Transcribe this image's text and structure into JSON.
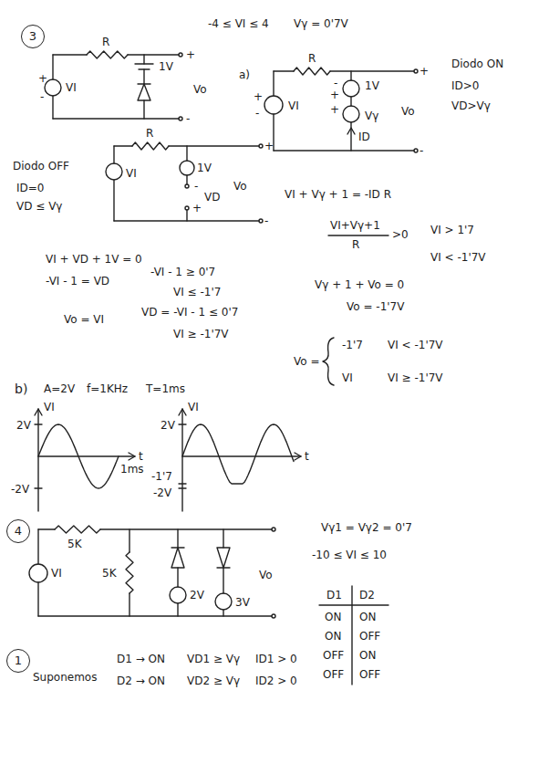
{
  "diagram": {
    "nodes": [
      {
        "text": [
          "3"
        ]
      },
      {
        "text": [
          "4"
        ]
      },
      {
        "text": [
          "1"
        ]
      }
    ],
    "labels": [
      "-4 ≤ VI ≤ 4",
      "Vγ = 0'7V",
      "R",
      "+",
      "-",
      "VI",
      "1V",
      "+",
      "-",
      "Vo",
      "a)",
      "R",
      "+",
      "-",
      "VI",
      "-",
      "+",
      "1V",
      "+",
      "Vγ",
      "ID",
      "Vo",
      "+",
      "-",
      "Diodo ON",
      "ID>0",
      "VD>Vγ",
      "Diodo OFF",
      "ID=0",
      "VD ≤ Vγ",
      "R",
      "VI",
      "1V",
      "-",
      "+",
      "VD",
      "Vo",
      "+",
      "-",
      "VI + Vγ + 1 = -ID R",
      "VI+Vγ+1",
      "R",
      ">0",
      "VI > 1'7",
      "VI < -1'7V",
      "VI + VD + 1V = 0",
      "-VI - 1 = VD",
      "-VI - 1 ≥ 0'7",
      "VI ≤ -1'7",
      "Vo = VI",
      "VD = -VI - 1 ≤ 0'7",
      "VI ≥ -1'7V",
      "Vγ + 1 + Vo = 0",
      "Vo = -1'7V",
      "Vo =",
      "-1'7",
      "VI < -1'7V",
      "VI",
      "VI ≥ -1'7V",
      "b)",
      "A=2V",
      "f=1KHz",
      "T=1ms",
      "VI",
      "2V",
      "-2V",
      "t",
      "1ms",
      "VI",
      "2V",
      "-1'7",
      "-2V",
      "t",
      "5K",
      "VI",
      "5K",
      "2V",
      "3V",
      "Vo",
      "Vγ1 = Vγ2 = 0'7",
      "-10 ≤ VI ≤ 10",
      "D1",
      "D2",
      "ON",
      "ON",
      "ON",
      "OFF",
      "OFF",
      "ON",
      "OFF",
      "OFF",
      "Suponemos",
      "D1 → ON",
      "D2 → ON",
      "VD1 ≥ Vγ",
      "ID1 > 0",
      "VD2 ≥ Vγ",
      "ID2 > 0"
    ]
  }
}
